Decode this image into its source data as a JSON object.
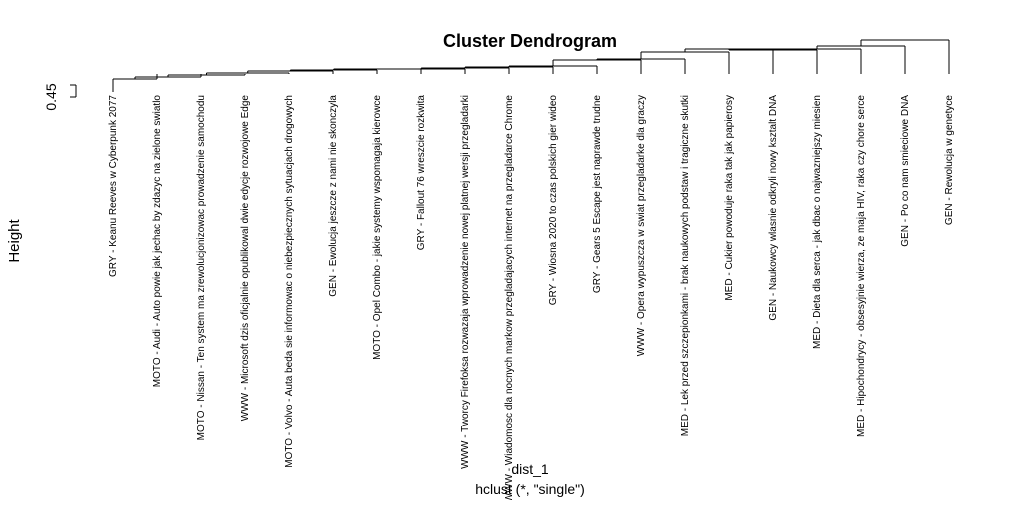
{
  "chart_data": {
    "type": "dendrogram",
    "title": "Cluster Dendrogram",
    "ylabel": "Height",
    "xlabel": "dist_1",
    "sublabel": "hclust (*, \"single\")",
    "yticks": [
      "0.45"
    ],
    "leaves": [
      "GRY - Keanu Reeves w Cyberpunk 2077",
      "MOTO - Audi - Auto powie jak jechac by zdazyc na zielone swiatlo",
      "MOTO - Nissan - Ten system ma zrewolucjonizowac prowadzenie samochodu",
      "WWW - Microsoft dzis oficjalnie opublikowal dwie edycje rozwojowe Edge",
      "MOTO - Volvo - Auta beda sie informowac o niebezpiecznych sytuacjach drogowych",
      "GEN - Ewolucja jeszcze z nami nie skonczyla",
      "MOTO - Opel Combo - jakie systemy wspomagaja kierowce",
      "GRY - Fallout 76 wreszcie rozkwita",
      "WWW - Tworcy Firefoksa rozwazaja wprowadzenie nowej platnej wersji przegladarki",
      "WWW - Wiadomosc dla nocnych markow przegladajacych internet na przegladarce Chrome",
      "GRY - Wiosna 2020 to czas polskich gier wideo",
      "GRY - Gears 5 Escape jest naprawde trudne",
      "WWW - Opera wypuszcza w swiat przegladarke dla graczy",
      "MED - Lek przed szczepionkami - brak naukowych podstaw i tragiczne skutki",
      "MED - Cukier powoduje raka tak jak papierosy",
      "GEN - Naukowcy wlasnie odkryli nowy ksztalt DNA",
      "MED - Dieta dla serca - jak dbac o najwazniejszy miesien",
      "MED - Hipochondrycy - obsesyjnie wierza, ze maja HIV, raka czy chore serce",
      "GEN - Po co nam smieciowe DNA",
      "GEN - Rewolucja w genetyce"
    ]
  }
}
